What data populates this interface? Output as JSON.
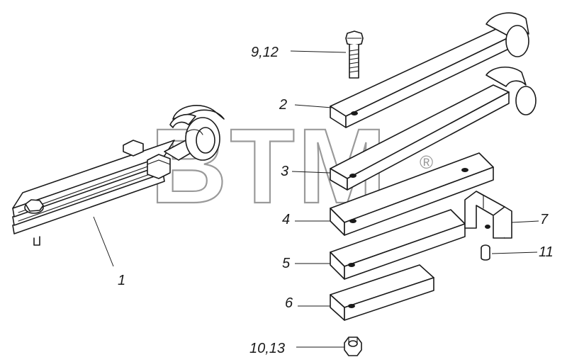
{
  "watermark": {
    "text": "BTM",
    "mark": "®"
  },
  "callouts": {
    "c1": "1",
    "c2": "2",
    "c3": "3",
    "c4": "4",
    "c5": "5",
    "c6": "6",
    "c7": "7",
    "c9_12": "9,12",
    "c10_13": "10,13",
    "c11": "11"
  }
}
